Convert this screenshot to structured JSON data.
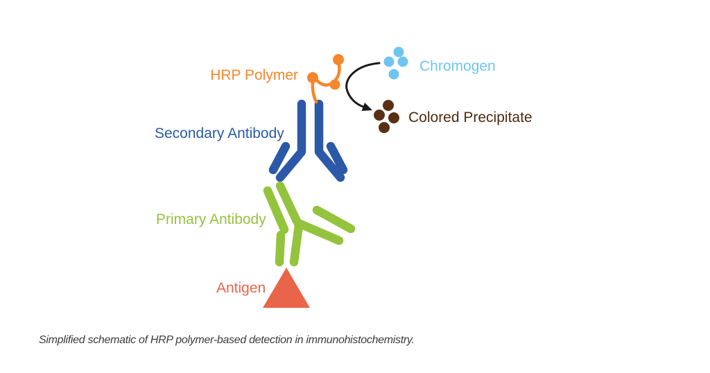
{
  "figure": {
    "type": "schematic-diagram",
    "topic": "HRP polymer-based detection in immunohistochemistry"
  },
  "labels": {
    "hrp_polymer": "HRP Polymer",
    "chromogen": "Chromogen",
    "colored_precipitate": "Colored Precipitate",
    "secondary_antibody": "Secondary Antibody",
    "primary_antibody": "Primary Antibody",
    "antigen": "Antigen"
  },
  "caption": "Simplified schematic of HRP polymer-based detection in immunohistochemistry.",
  "colors": {
    "background": "#ffffff",
    "hrp_orange": "#f6862a",
    "secondary_blue": "#2b59a8",
    "primary_green": "#94c33d",
    "antigen_red": "#e9654a",
    "chromogen_blue": "#6ec6f0",
    "precipitate_brown": "#5a3015",
    "precipitate_text_brown": "#4e2a10",
    "arrow_black": "#1a1a1a",
    "caption_gray": "#3c3c3c"
  },
  "icons": {
    "chromogen_dots_count": 4,
    "precipitate_dots_count": 4,
    "hrp_enzyme_circles_count": 3
  }
}
